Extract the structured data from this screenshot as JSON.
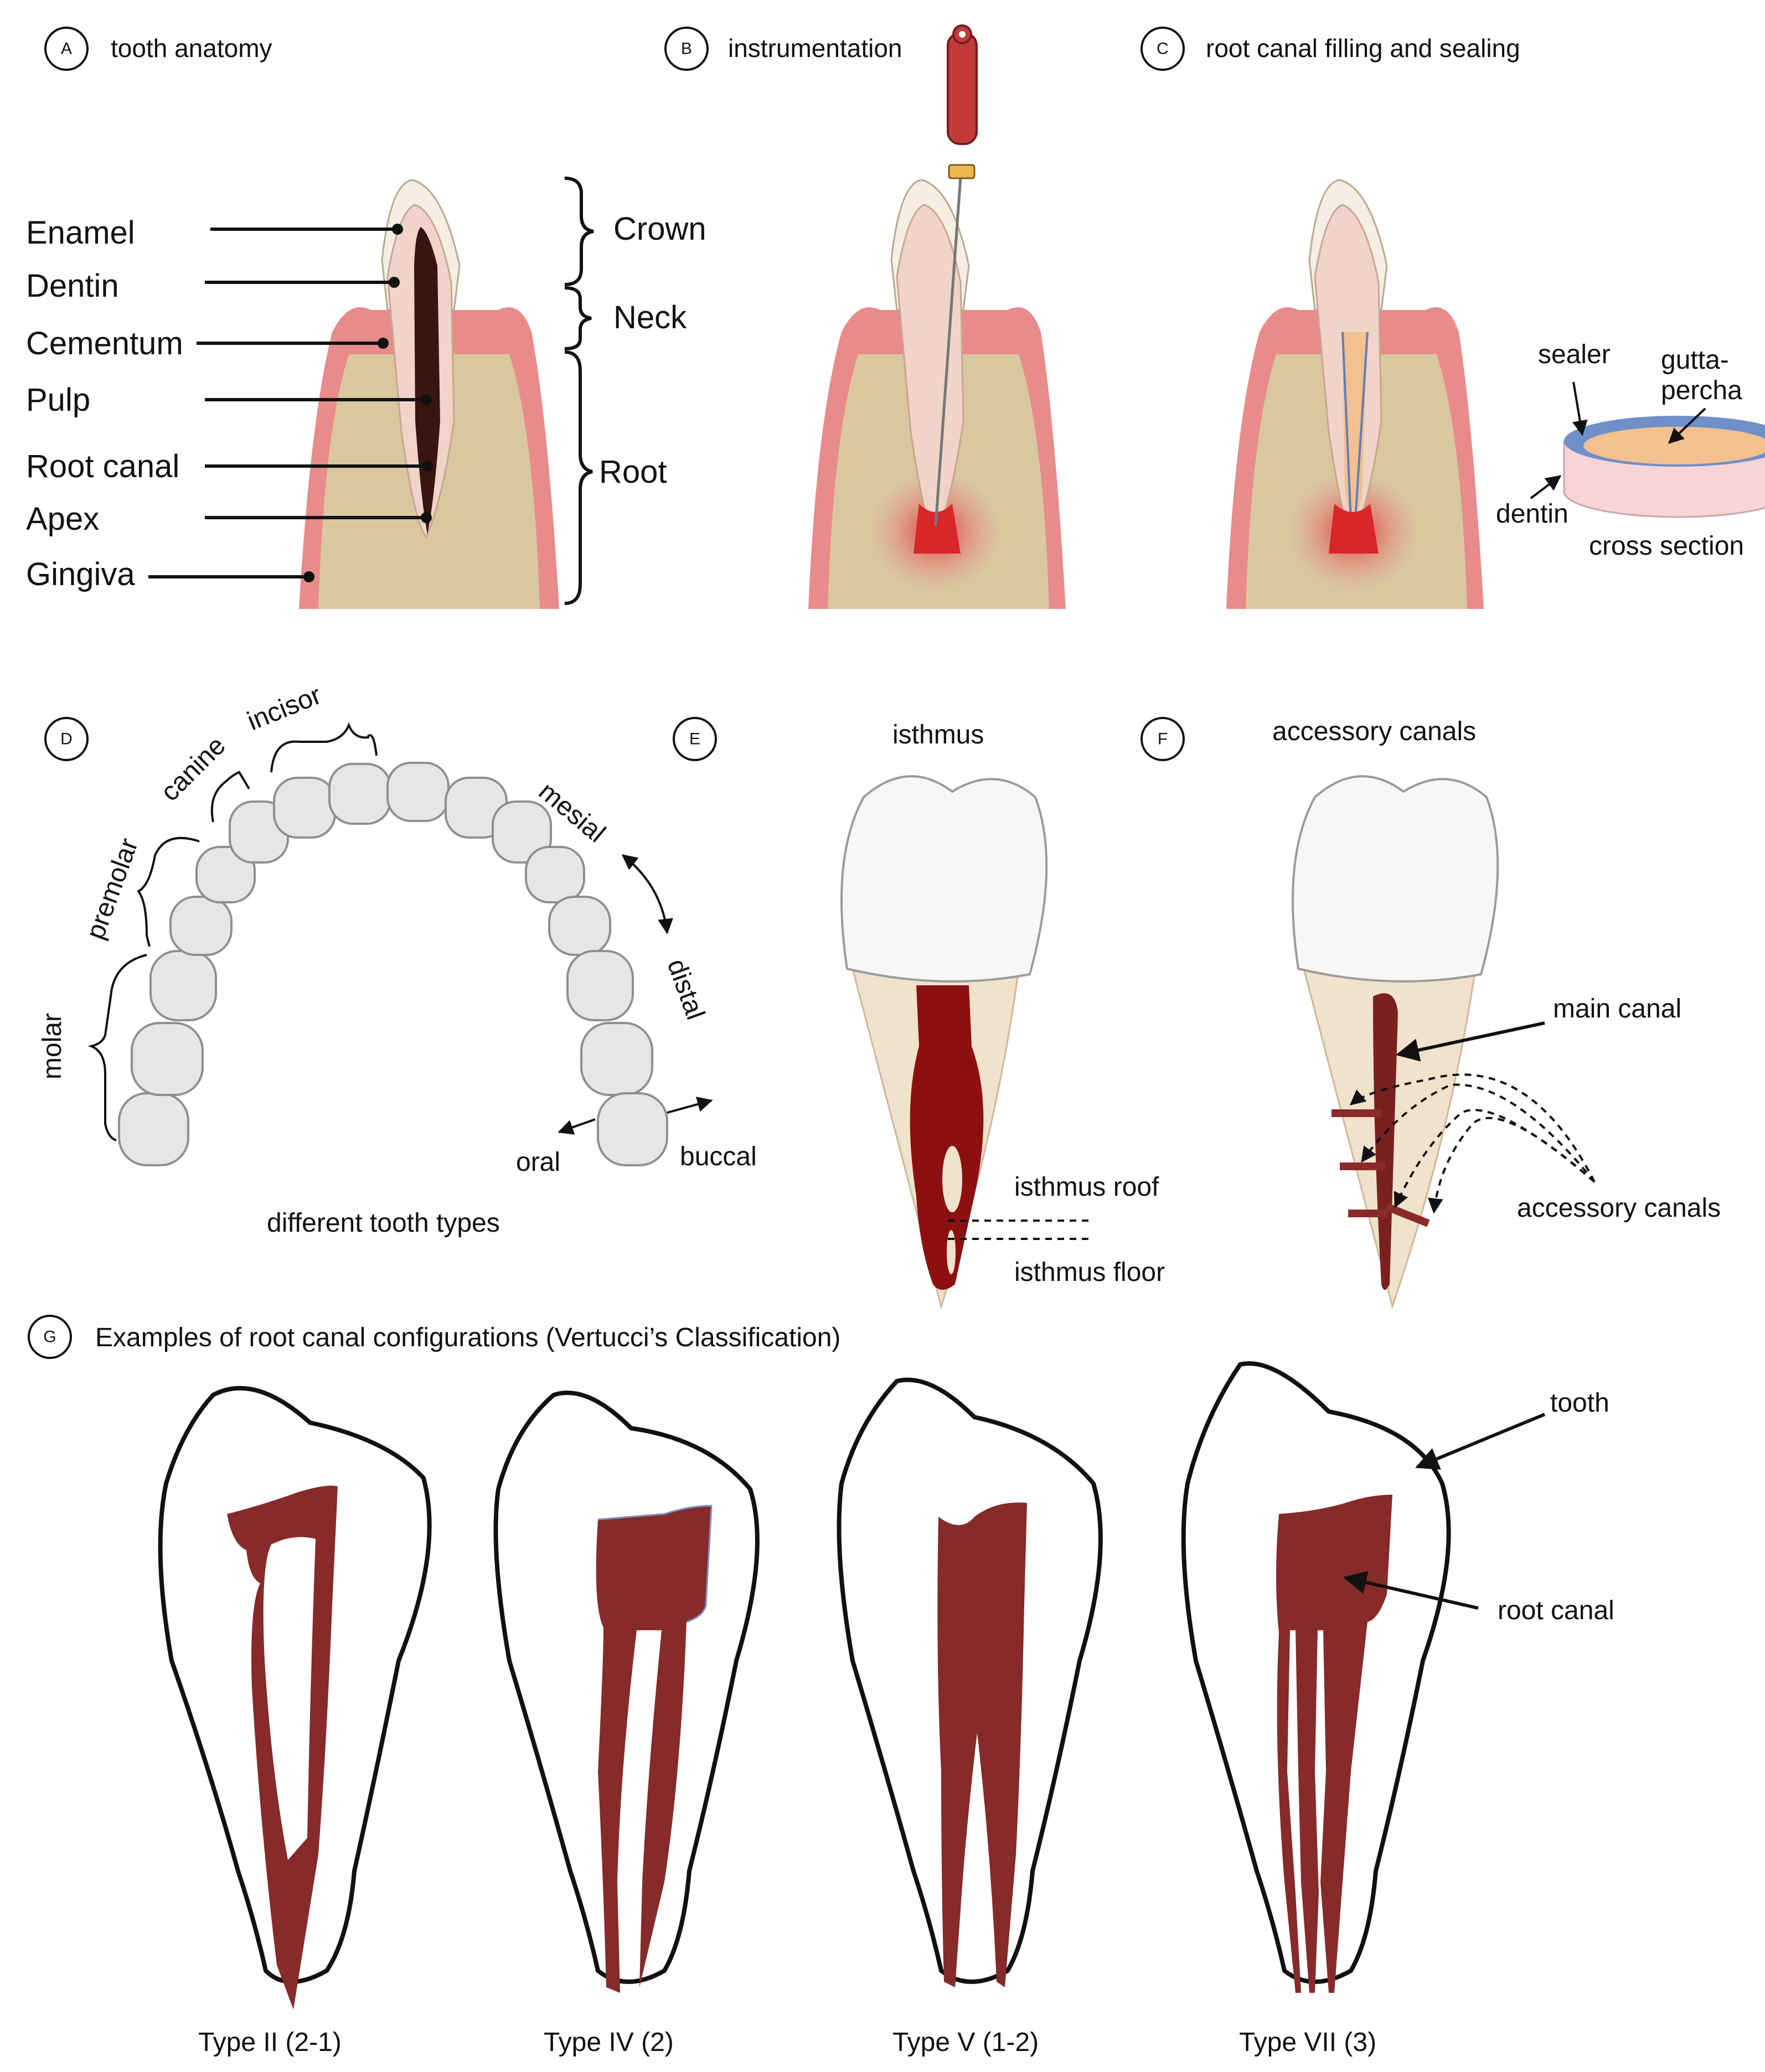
{
  "panels": {
    "a": {
      "letter": "A",
      "title": "tooth anatomy"
    },
    "b": {
      "letter": "B",
      "title": "instrumentation"
    },
    "c": {
      "letter": "C",
      "title": "root canal filling and sealing"
    },
    "d": {
      "letter": "D",
      "title": "different tooth types"
    },
    "e": {
      "letter": "E",
      "title": "isthmus"
    },
    "f": {
      "letter": "F",
      "title": "accessory canals"
    },
    "g": {
      "letter": "G",
      "title": "Examples of root canal configurations (Vertucci’s Classification)"
    }
  },
  "anatomy_labels": {
    "enamel": "Enamel",
    "dentin": "Dentin",
    "cementum": "Cementum",
    "pulp": "Pulp",
    "root_canal": "Root canal",
    "apex": "Apex",
    "gingiva": "Gingiva",
    "crown": "Crown",
    "neck": "Neck",
    "root": "Root"
  },
  "cross_section": {
    "sealer": "sealer",
    "gutta_1": "gutta-",
    "gutta_2": "percha",
    "dentin": "dentin",
    "caption": "cross section"
  },
  "tooth_types": {
    "incisor": "incisor",
    "canine": "canine",
    "premolar": "premolar",
    "molar": "molar",
    "mesial": "mesial",
    "distal": "distal",
    "oral": "oral",
    "buccal": "buccal"
  },
  "isthmus_labels": {
    "roof": "isthmus roof",
    "floor": "isthmus floor"
  },
  "accessory_labels": {
    "main_canal": "main canal",
    "accessory_canals": "accessory canals"
  },
  "vertucci": {
    "types": [
      "Type II (2-1)",
      "Type IV (2)",
      "Type V (1-2)",
      "Type VII (3)"
    ],
    "tooth_label": "tooth",
    "root_canal_label": "root canal"
  },
  "colors": {
    "canal": "#862a2a",
    "gingiva": "#e88b8b",
    "bone": "#d9c7a0",
    "sealer": "#6f8fc8",
    "gutta_percha": "#f3c08f"
  }
}
